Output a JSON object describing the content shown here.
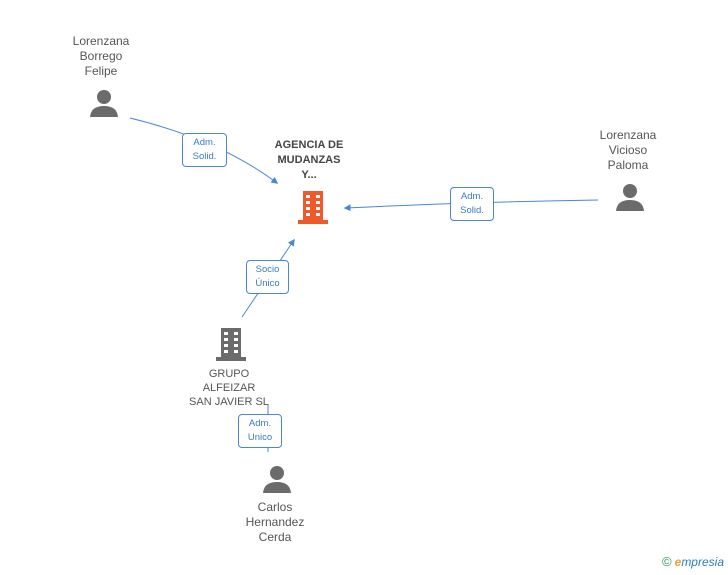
{
  "nodes": {
    "center_company": {
      "lines": [
        "AGENCIA DE",
        "MUDANZAS",
        "Y..."
      ],
      "color": "#f05a2a"
    },
    "person_top_left": {
      "lines": [
        "Lorenzana",
        "Borrego",
        "Felipe"
      ]
    },
    "person_right": {
      "lines": [
        "Lorenzana",
        "Vicioso",
        "Paloma"
      ]
    },
    "company_grupo": {
      "lines": [
        "GRUPO",
        "ALFEIZAR",
        "SAN JAVIER SL"
      ]
    },
    "person_bottom": {
      "lines": [
        "Carlos",
        "Hernandez",
        "Cerda"
      ]
    }
  },
  "edges": {
    "top_left_to_center": {
      "lines": [
        "Adm.",
        "Solid."
      ]
    },
    "right_to_center": {
      "lines": [
        "Adm.",
        "Solid."
      ]
    },
    "grupo_to_center": {
      "lines": [
        "Socio",
        "Único"
      ]
    },
    "bottom_to_grupo": {
      "lines": [
        "Adm.",
        "Unico"
      ]
    }
  },
  "colors": {
    "edge": "#4a86d8",
    "icon_gray": "#6b6b6b",
    "center_icon": "#f05a2a"
  },
  "branding": {
    "copyright": "©",
    "e": "e",
    "rest": "mpresia"
  }
}
